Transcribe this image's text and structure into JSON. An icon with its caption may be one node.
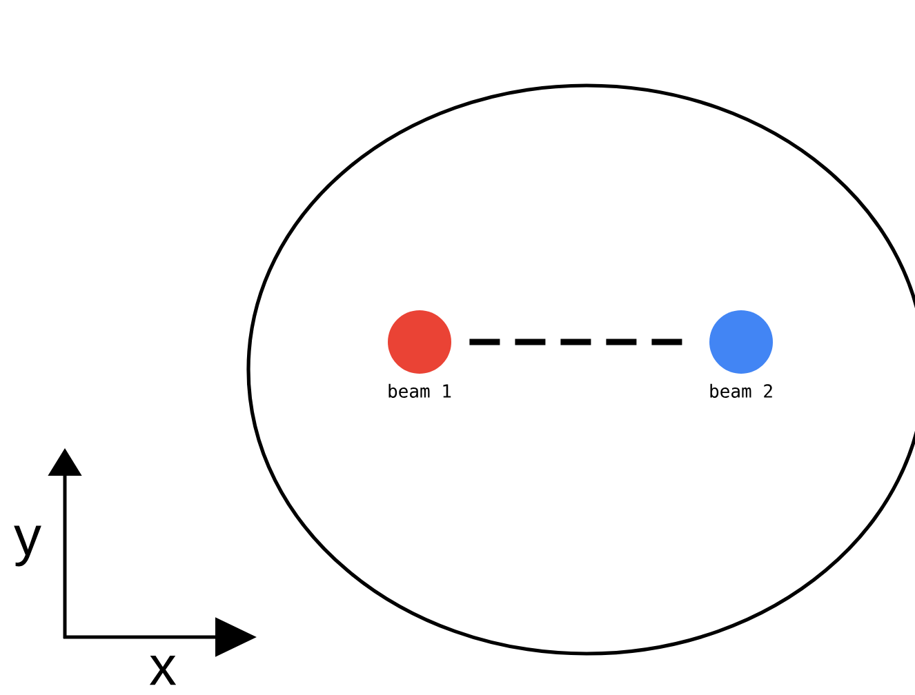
{
  "diagram": {
    "nodes": [
      {
        "text": [],
        "shape": "circle"
      },
      {
        "text": [
          "beam 1"
        ],
        "in": 0
      },
      {
        "text": [
          "beam 2"
        ],
        "in": 0
      }
    ],
    "edges": [
      {
        "from": 1,
        "to": 2,
        "arrow": "none",
        "style": "dashed"
      }
    ],
    "labels": [
      "y",
      "x"
    ]
  }
}
